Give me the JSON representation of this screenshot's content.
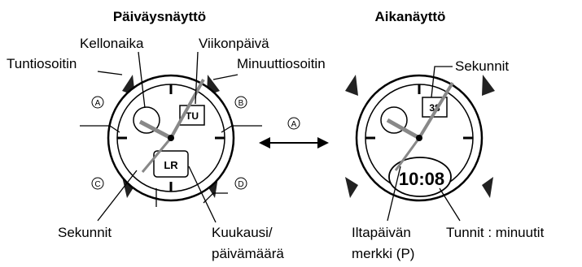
{
  "titles": {
    "date_display": "Päiväysnäyttö",
    "time_display": "Aikanäyttö"
  },
  "left_watch": {
    "labels": {
      "time_of_day": "Kellonaika",
      "weekday": "Viikonpäivä",
      "hour_hand": "Tuntiosoitin",
      "minute_hand": "Minuuttiosoitin",
      "seconds": "Sekunnit",
      "month_line1": "Kuukausi/",
      "month_line2": "päivämäärä"
    },
    "buttons": {
      "a": "A",
      "b": "B",
      "c": "C",
      "d": "D"
    },
    "upper_display": "TU",
    "lower_display": "LR"
  },
  "right_watch": {
    "labels": {
      "seconds": "Sekunnit",
      "pm_line1": "Iltapäivän",
      "pm_line2": "merkki (P)",
      "hours_minutes": "Tunnit : minuutit"
    },
    "upper_display": "38",
    "lower_display": "10:08"
  },
  "arrow_button": "A"
}
